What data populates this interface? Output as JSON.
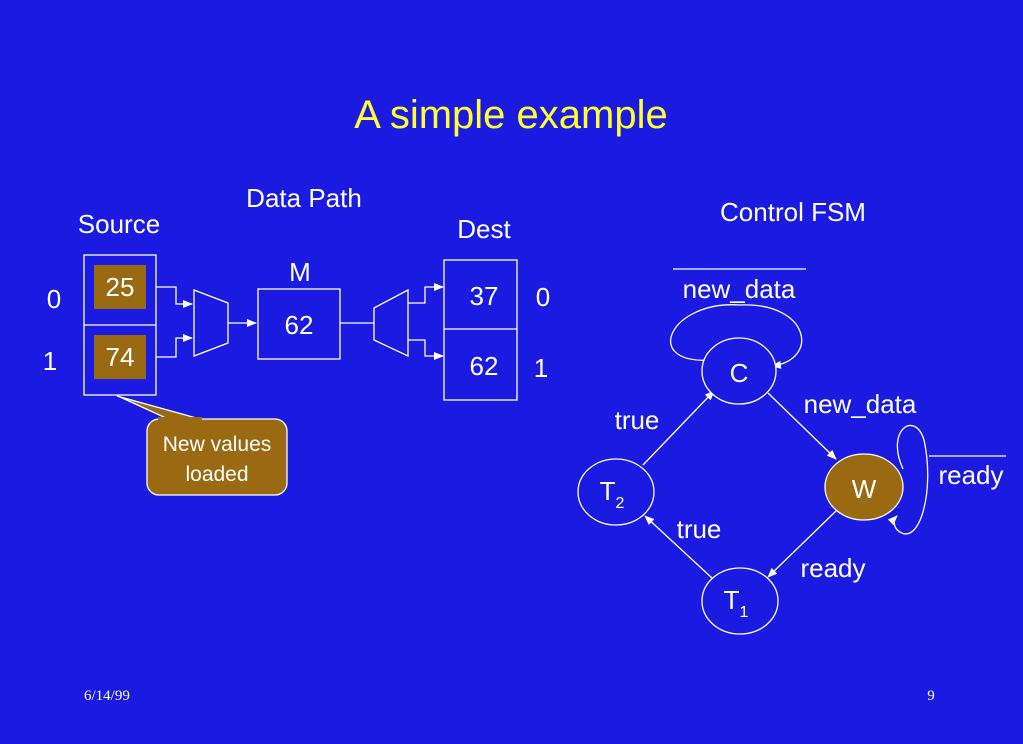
{
  "slide": {
    "title": "A simple example",
    "date": "6/14/99",
    "page_number": "9"
  },
  "datapath": {
    "heading": "Data Path",
    "source": {
      "label": "Source",
      "rows": [
        {
          "index": "0",
          "value": "25"
        },
        {
          "index": "1",
          "value": "74"
        }
      ]
    },
    "register": {
      "label": "M",
      "value": "62"
    },
    "dest": {
      "label": "Dest",
      "rows": [
        {
          "index": "0",
          "value": "37"
        },
        {
          "index": "1",
          "value": "62"
        }
      ]
    },
    "callout": {
      "line1": "New values",
      "line2": "loaded"
    }
  },
  "fsm": {
    "heading": "Control FSM",
    "states": {
      "C": {
        "label": "C"
      },
      "W": {
        "label": "W",
        "active": true
      },
      "T1": {
        "label": "T",
        "subscript": "1"
      },
      "T2": {
        "label": "T",
        "subscript": "2"
      }
    },
    "transitions": {
      "c_self": "new_data",
      "c_to_w": "new_data",
      "w_self": "ready",
      "w_to_t1": "ready",
      "t1_to_t2": "true",
      "t2_to_c": "true"
    }
  },
  "colors": {
    "background": "#1a1ae0",
    "title": "#ffff33",
    "highlight": "#9a6a12"
  }
}
